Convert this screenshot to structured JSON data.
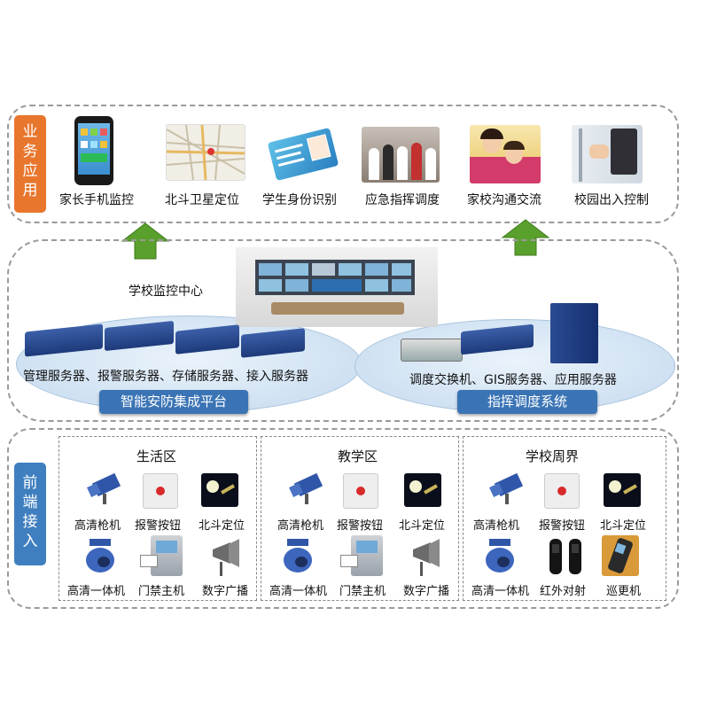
{
  "business": {
    "tab": [
      "业",
      "务",
      "应",
      "用"
    ],
    "apps": [
      {
        "label": "家长手机监控",
        "icon": "smartphone-icon"
      },
      {
        "label": "北斗卫星定位",
        "icon": "map-icon"
      },
      {
        "label": "学生身份识别",
        "icon": "id-card-icon"
      },
      {
        "label": "应急指挥调度",
        "icon": "crowd-photo-icon"
      },
      {
        "label": "家校沟通交流",
        "icon": "family-photo-icon"
      },
      {
        "label": "校园出入控制",
        "icon": "door-access-icon"
      }
    ]
  },
  "platform": {
    "center_label": "学校监控中心",
    "left_servers_label": "管理服务器、报警服务器、存储服务器、接入服务器",
    "left_title": "智能安防集成平台",
    "right_servers_label": "调度交换机、GIS服务器、应用服务器",
    "right_title": "指挥调度系统"
  },
  "frontend": {
    "tab": [
      "前",
      "端",
      "接",
      "入"
    ],
    "zones": [
      {
        "title": "生活区",
        "devices": [
          {
            "label": "高清枪机",
            "icon": "bullet-camera-icon"
          },
          {
            "label": "报警按钮",
            "icon": "alarm-button-icon"
          },
          {
            "label": "北斗定位",
            "icon": "satellite-icon"
          },
          {
            "label": "高清一体机",
            "icon": "dome-camera-icon"
          },
          {
            "label": "门禁主机",
            "icon": "access-terminal-icon"
          },
          {
            "label": "数字广播",
            "icon": "speaker-icon"
          }
        ]
      },
      {
        "title": "教学区",
        "devices": [
          {
            "label": "高清枪机",
            "icon": "bullet-camera-icon"
          },
          {
            "label": "报警按钮",
            "icon": "alarm-button-icon"
          },
          {
            "label": "北斗定位",
            "icon": "satellite-icon"
          },
          {
            "label": "高清一体机",
            "icon": "dome-camera-icon"
          },
          {
            "label": "门禁主机",
            "icon": "access-terminal-icon"
          },
          {
            "label": "数字广播",
            "icon": "speaker-icon"
          }
        ]
      },
      {
        "title": "学校周界",
        "devices": [
          {
            "label": "高清枪机",
            "icon": "bullet-camera-icon"
          },
          {
            "label": "报警按钮",
            "icon": "alarm-button-icon"
          },
          {
            "label": "北斗定位",
            "icon": "satellite-icon"
          },
          {
            "label": "高清一体机",
            "icon": "dome-camera-icon"
          },
          {
            "label": "红外对射",
            "icon": "infrared-beam-icon"
          },
          {
            "label": "巡更机",
            "icon": "patrol-device-icon"
          }
        ]
      }
    ]
  },
  "colors": {
    "business_tab": "#e8762d",
    "frontend_tab": "#3f7fbf",
    "panel_title": "#3a74b5",
    "ellipse": "#d3e4f3",
    "arrow": "#5aa02c"
  }
}
